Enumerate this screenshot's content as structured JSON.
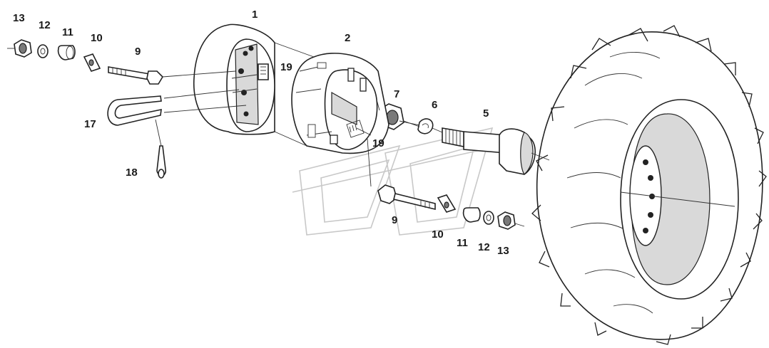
{
  "diagram": {
    "callouts": {
      "c1": "1",
      "c2": "2",
      "c5": "5",
      "c6": "6",
      "c7": "7",
      "c9a": "9",
      "c9b": "9",
      "c10a": "10",
      "c10b": "10",
      "c11a": "11",
      "c11b": "11",
      "c12a": "12",
      "c12b": "12",
      "c13a": "13",
      "c13b": "13",
      "c17": "17",
      "c18": "18",
      "c19a": "19",
      "c19b": "19"
    },
    "colors": {
      "line": "#222222",
      "shade": "#d9d9d9",
      "watermark": "#c8c8c8"
    }
  }
}
